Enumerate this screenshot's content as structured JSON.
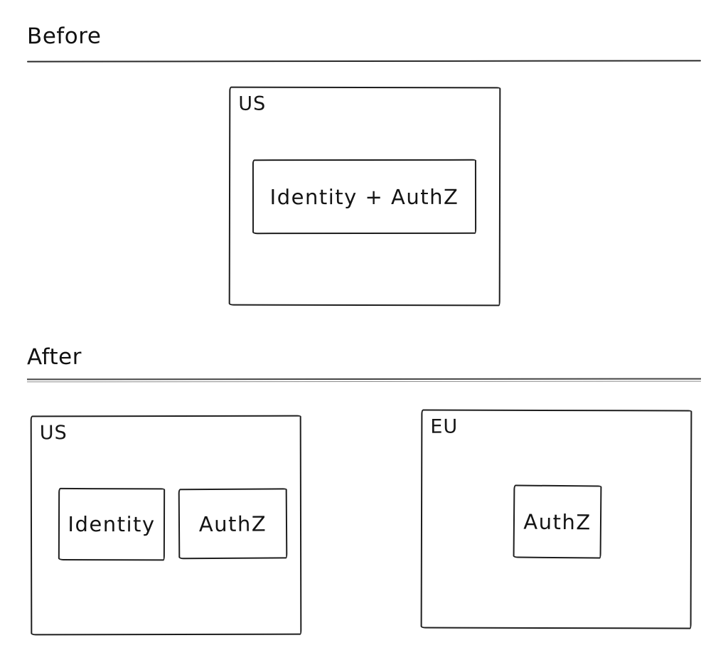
{
  "canvas": {
    "background": "#ffffff",
    "ink_color": "#1e1e1e"
  },
  "sections": {
    "before": {
      "title": "Before",
      "us_box": {
        "label": "US",
        "service_box": {
          "label": "Identity + AuthZ"
        }
      }
    },
    "after": {
      "title": "After",
      "us_box": {
        "label": "US",
        "identity_box": {
          "label": "Identity"
        },
        "authz_box": {
          "label": "AuthZ"
        }
      },
      "eu_box": {
        "label": "EU",
        "authz_box": {
          "label": "AuthZ"
        }
      }
    }
  }
}
